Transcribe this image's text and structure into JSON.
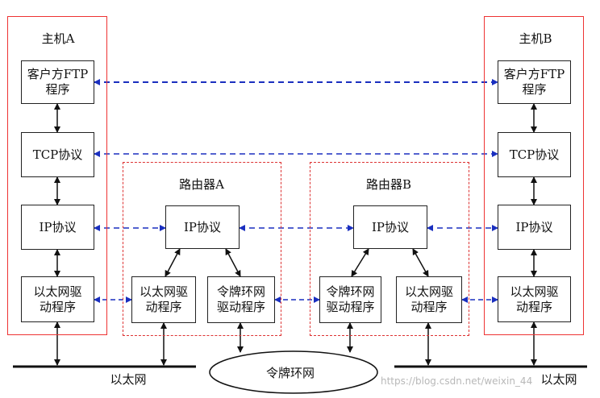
{
  "host_a": {
    "title": "主机A"
  },
  "host_b": {
    "title": "主机B"
  },
  "router_a": {
    "title": "路由器A"
  },
  "router_b": {
    "title": "路由器B"
  },
  "layers": {
    "ftp_line1": "客户方FTP",
    "ftp_line2": "程序",
    "tcp": "TCP协议",
    "ip": "IP协议",
    "eth_line1": "以太网驱",
    "eth_line2": "动程序",
    "token_line1": "令牌环网",
    "token_line2": "驱动程序"
  },
  "networks": {
    "ethernet_left": "以太网",
    "ethernet_right": "以太网",
    "token_ring": "令牌环网"
  },
  "watermark": "https://blog.csdn.net/weixin_44876532",
  "colors": {
    "host_border": "#e33333",
    "router_border": "#d33333",
    "peer_arrow": "#1a2fbf"
  }
}
